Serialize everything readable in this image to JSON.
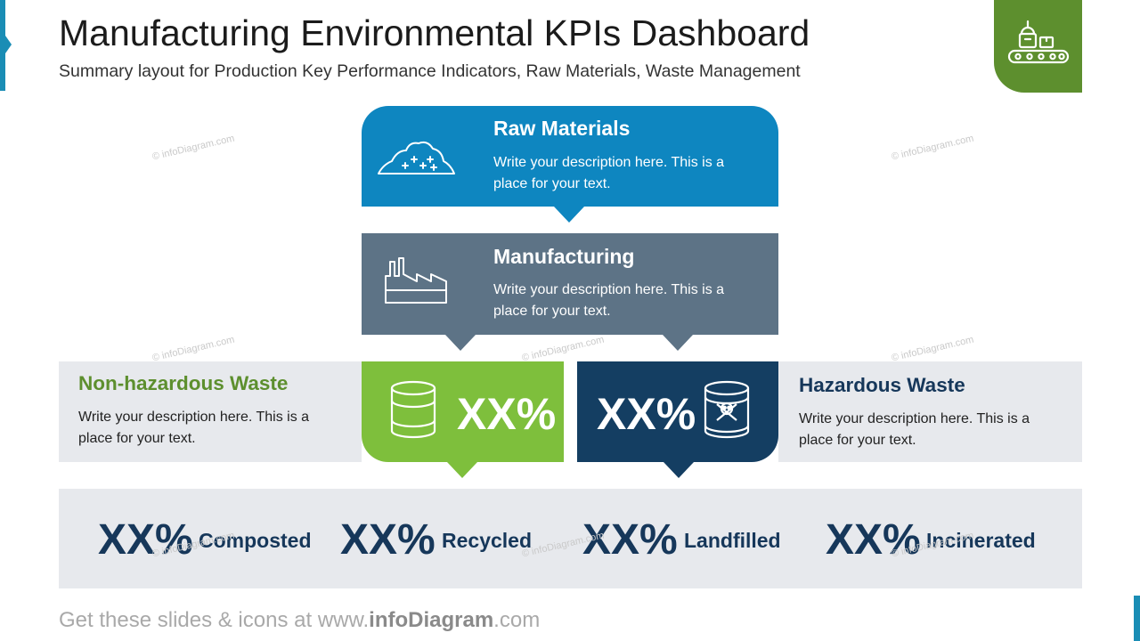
{
  "header": {
    "title": "Manufacturing Environmental KPIs Dashboard",
    "subtitle": "Summary layout for Production Key Performance Indicators, Raw Materials, Waste Management"
  },
  "watermark": "© infoDiagram.com",
  "raw_materials": {
    "title": "Raw Materials",
    "description": "Write your description here. This is a place for your text."
  },
  "manufacturing": {
    "title": "Manufacturing",
    "description": "Write your description here. This is a place for your text."
  },
  "non_hazardous": {
    "title": "Non-hazardous Waste",
    "description": "Write your description here. This is a place for your text.",
    "value": "XX%"
  },
  "hazardous": {
    "title": "Hazardous Waste",
    "description": "Write your description here. This is a place for your text.",
    "value": "XX%"
  },
  "stats": [
    {
      "value": "XX%",
      "label": "Composted"
    },
    {
      "value": "XX%",
      "label": "Recycled"
    },
    {
      "value": "XX%",
      "label": "Landfilled"
    },
    {
      "value": "XX%",
      "label": "Incinerated"
    }
  ],
  "footer": {
    "prefix": "Get these slides & icons at www.",
    "brand": "infoDiagram",
    "suffix": ".com"
  },
  "colors": {
    "blue": "#0e86c0",
    "slate": "#5d7386",
    "green": "#7ebf3c",
    "navy": "#143e62",
    "corner_green": "#5d8f2e",
    "panel_gray": "#e7e9ed"
  },
  "icons": [
    "conveyor-icon",
    "raw-pile-icon",
    "factory-icon",
    "barrel-icon",
    "hazard-barrel-icon"
  ]
}
